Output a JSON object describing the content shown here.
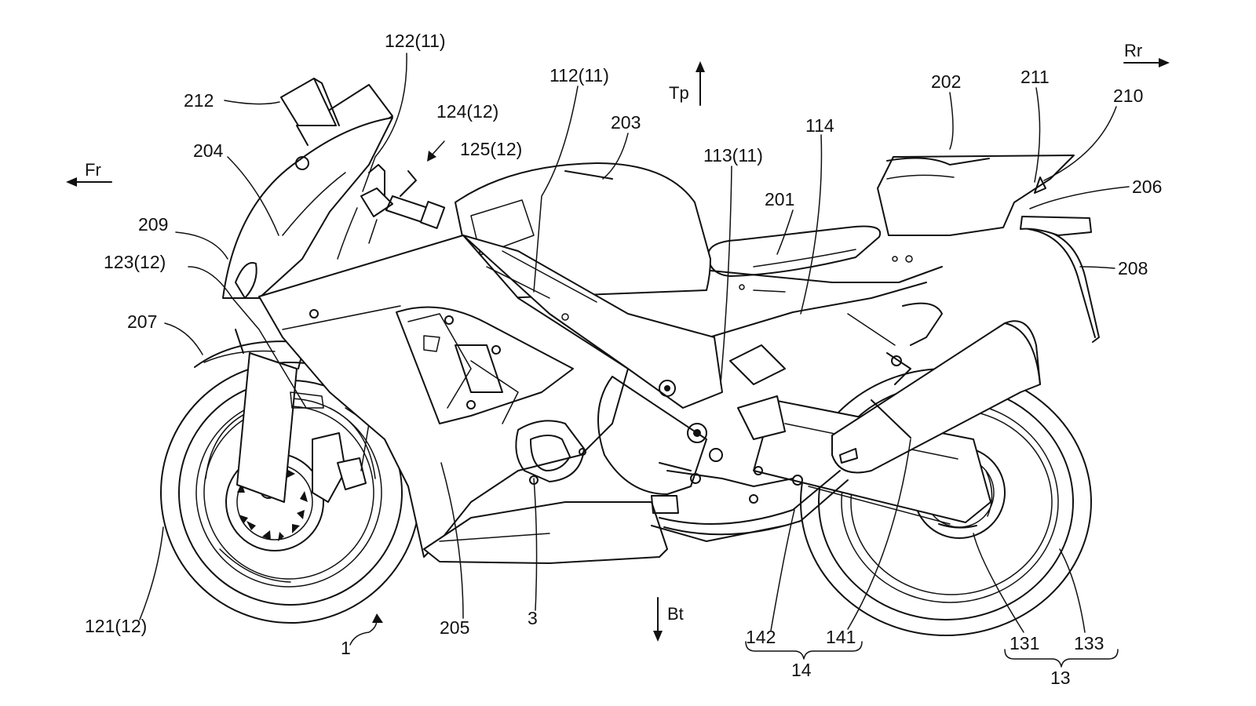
{
  "directions": {
    "front": "Fr",
    "rear": "Rr",
    "top": "Tp",
    "bottom": "Bt"
  },
  "labels": {
    "l_122": "122(11)",
    "l_112": "112(11)",
    "l_124": "124(12)",
    "l_125": "125(12)",
    "l_212": "212",
    "l_203": "203",
    "l_202": "202",
    "l_211": "211",
    "l_210": "210",
    "l_114": "114",
    "l_113": "113(11)",
    "l_204": "204",
    "l_201": "201",
    "l_206": "206",
    "l_209": "209",
    "l_123": "123(12)",
    "l_208": "208",
    "l_207": "207",
    "l_121": "121(12)",
    "l_1": "1",
    "l_205": "205",
    "l_3": "3",
    "l_142": "142",
    "l_141": "141",
    "l_14": "14",
    "l_131": "131",
    "l_133": "133",
    "l_13": "13"
  }
}
